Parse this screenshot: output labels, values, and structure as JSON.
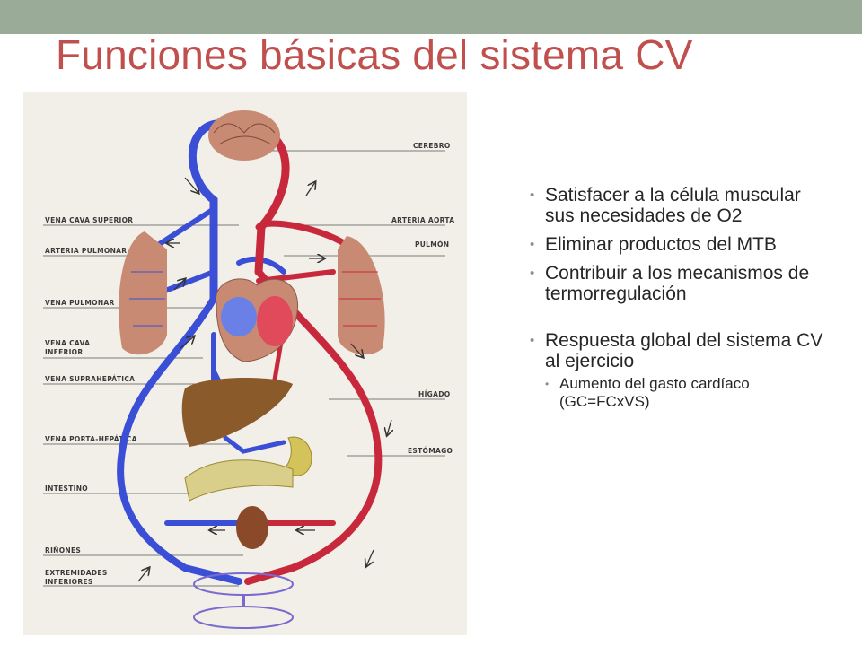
{
  "slide": {
    "title": "Funciones básicas del sistema CV"
  },
  "figure": {
    "labels": {
      "cerebro": "CEREBRO",
      "vena_cava_superior": "VENA CAVA SUPERIOR",
      "arteria_pulmonar": "ARTERIA PULMONAR",
      "vena_pulmonar": "VENA PULMONAR",
      "vena_cava_inferior_1": "VENA CAVA",
      "vena_cava_inferior_2": "INFERIOR",
      "vena_suprahepatica": "VENA SUPRAHEPÁTICA",
      "vena_porta_hepatica": "VENA PORTA-HEPÁTICA",
      "intestino": "INTESTINO",
      "rinones": "RIÑONES",
      "extremidades_1": "EXTREMIDADES",
      "extremidades_2": "INFERIORES",
      "arteria_aorta": "ARTERIA AORTA",
      "pulmon": "PULMÓN",
      "higado": "HÍGADO",
      "estomago": "ESTÓMAGO"
    },
    "colors": {
      "artery": "#c8283c",
      "vein": "#3a4ed6",
      "organ": "#c88a72"
    }
  },
  "bullets": [
    {
      "text": "Satisfacer a la célula muscular sus necesidades de O2"
    },
    {
      "text": "Eliminar productos del MTB"
    },
    {
      "text": "Contribuir a los mecanismos de termorregulación"
    },
    {
      "text": "Respuesta global del sistema CV al ejercicio",
      "sub": [
        {
          "text": "Aumento del gasto cardíaco (GC=FCxVS)"
        }
      ]
    }
  ]
}
